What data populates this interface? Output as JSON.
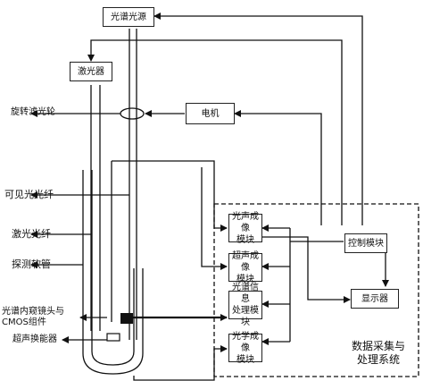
{
  "boxes": {
    "spectrum_source": "光谱光源",
    "laser": "激光器",
    "motor": "电机",
    "photoacoustic": "光声成像\n模块",
    "ultrasound": "超声成像\n模块",
    "spectral_info": "光谱信息\n处理模块",
    "optical": "光学成像\n模块",
    "control": "控制模块",
    "display": "显示器"
  },
  "labels": {
    "filter_wheel": "旋转滤光轮",
    "visible_fiber": "可见光光纤",
    "laser_fiber": "激光光纤",
    "probe_tube": "探测软管",
    "endoscope_cmos": "光谱内窥镜头与\nCMOS组件",
    "transducer": "超声换能器",
    "system": "数据采集与\n处理系统"
  }
}
